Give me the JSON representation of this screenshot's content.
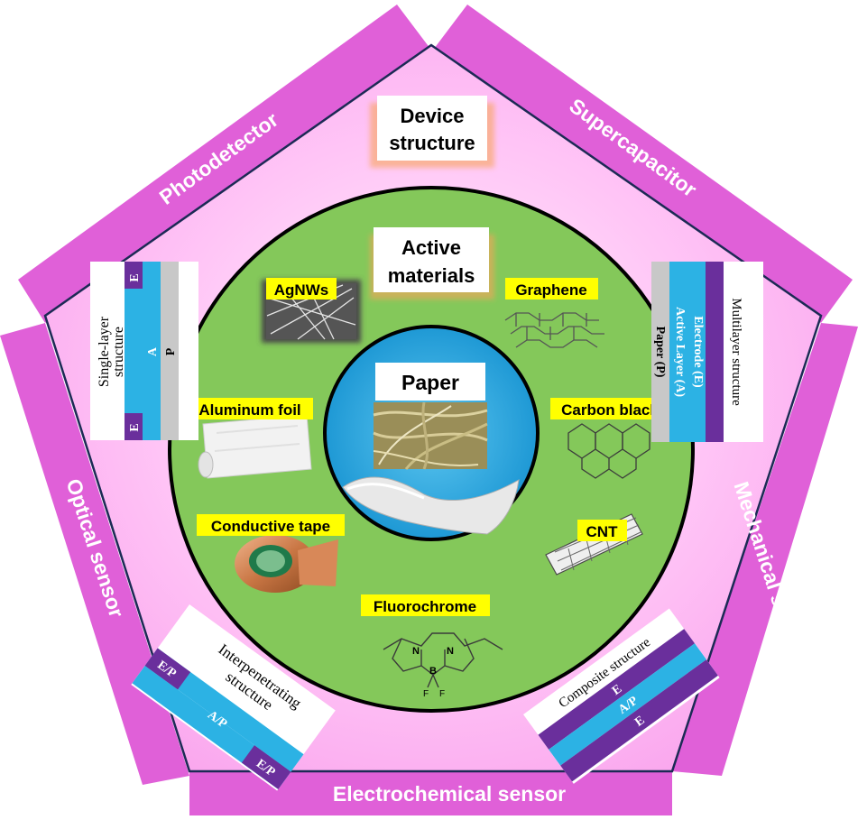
{
  "application_tabs": {
    "photodetector": "Photodetector",
    "supercapacitor": "Supercapacitor",
    "optical_sensor": "Optical sensor",
    "mechanical_sensor": "Mechanical sensor",
    "electrochemical_sensor": "Electrochemical sensor"
  },
  "device_structure": {
    "line1": "Device",
    "line2": "structure"
  },
  "active_materials": {
    "line1": "Active",
    "line2": "materials"
  },
  "paper": {
    "label": "Paper"
  },
  "materials": {
    "agnws": "AgNWs",
    "graphene": "Graphene",
    "aluminum_foil": "Aluminum foil",
    "carbon_black": "Carbon black",
    "conductive_tape": "Conductive tape",
    "cnt": "CNT",
    "fluorochrome": "Fluorochrome"
  },
  "structures": {
    "single_layer": {
      "title1": "Single-layer",
      "title2": "structure",
      "e_top": "E",
      "a": "A",
      "p": "P",
      "e_bottom": "E"
    },
    "multilayer": {
      "title": "Multilayer structure",
      "electrode": "Electrode (E)",
      "active_layer": "Active Layer (A)",
      "paper": "Paper (P)"
    },
    "interpenetrating": {
      "title1": "Interpenetrating",
      "title2": "structure",
      "ep_left": "E/P",
      "ap": "A/P",
      "ep_right": "E/P"
    },
    "composite": {
      "title": "Composite structure",
      "e1": "E",
      "ap": "A/P",
      "e2": "E"
    }
  },
  "fluorochrome_atoms": {
    "n1": "N",
    "b": "B",
    "n2": "N",
    "f1": "F",
    "f2": "F"
  },
  "colors": {
    "tab_magenta": "#E060D8",
    "pentagon_pink": "#FFB8F4",
    "ring_green": "#84C85A",
    "core_blue": "#1AA4DC",
    "label_yellow": "#FFFF00",
    "layer_purple": "#6A2F9C",
    "layer_cyan": "#2CB2E4",
    "layer_gray": "#C8C8C8"
  }
}
